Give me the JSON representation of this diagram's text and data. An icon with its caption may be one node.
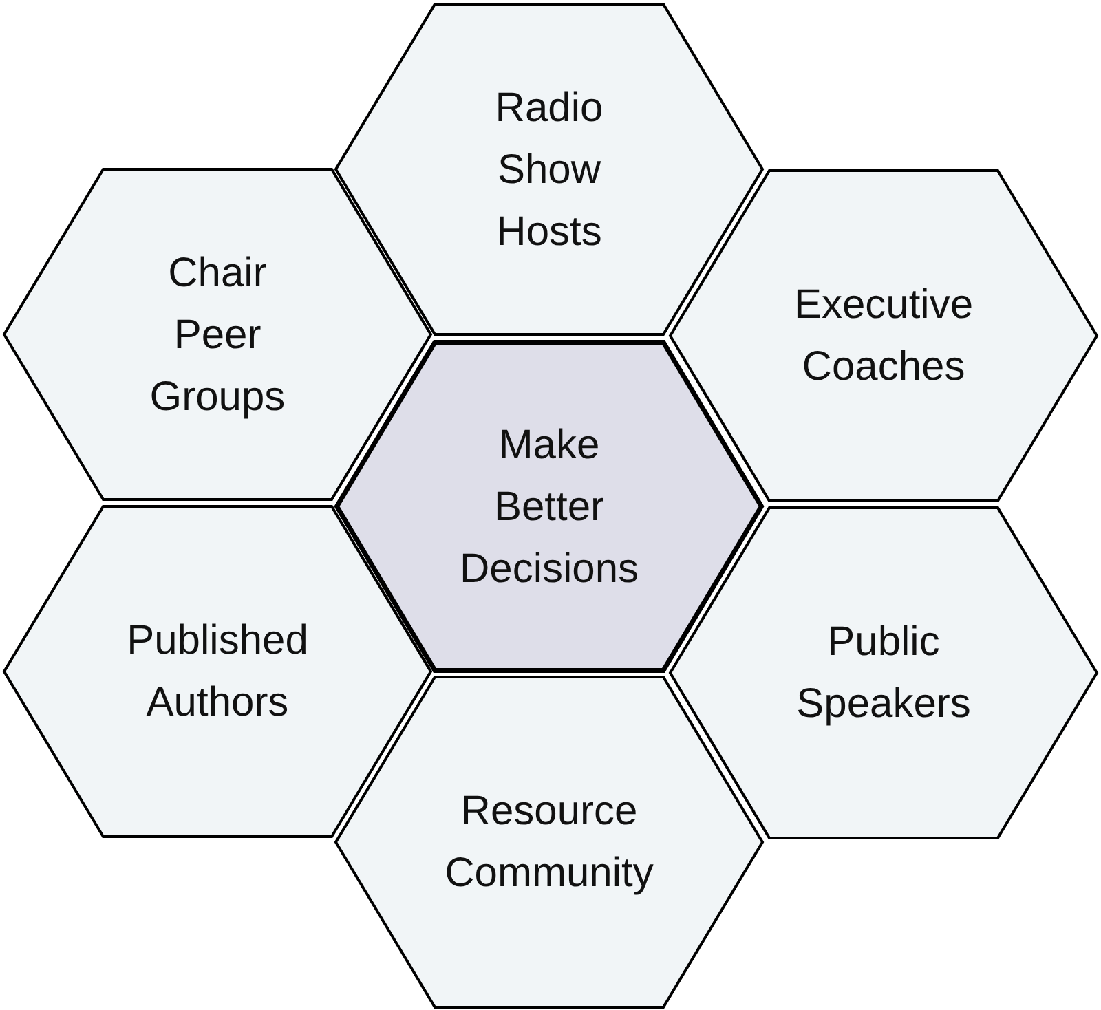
{
  "diagram": {
    "nodes": [
      {
        "text": [
          "Radio Show Hosts"
        ]
      },
      {
        "text": [
          "Chair Peer Groups"
        ]
      },
      {
        "text": [
          "Executive Coaches"
        ]
      },
      {
        "text": [
          "Make Better Decisions"
        ]
      },
      {
        "text": [
          "Published Authors"
        ]
      },
      {
        "text": [
          "Public Speakers"
        ]
      },
      {
        "text": [
          "Resource Community"
        ]
      }
    ]
  }
}
